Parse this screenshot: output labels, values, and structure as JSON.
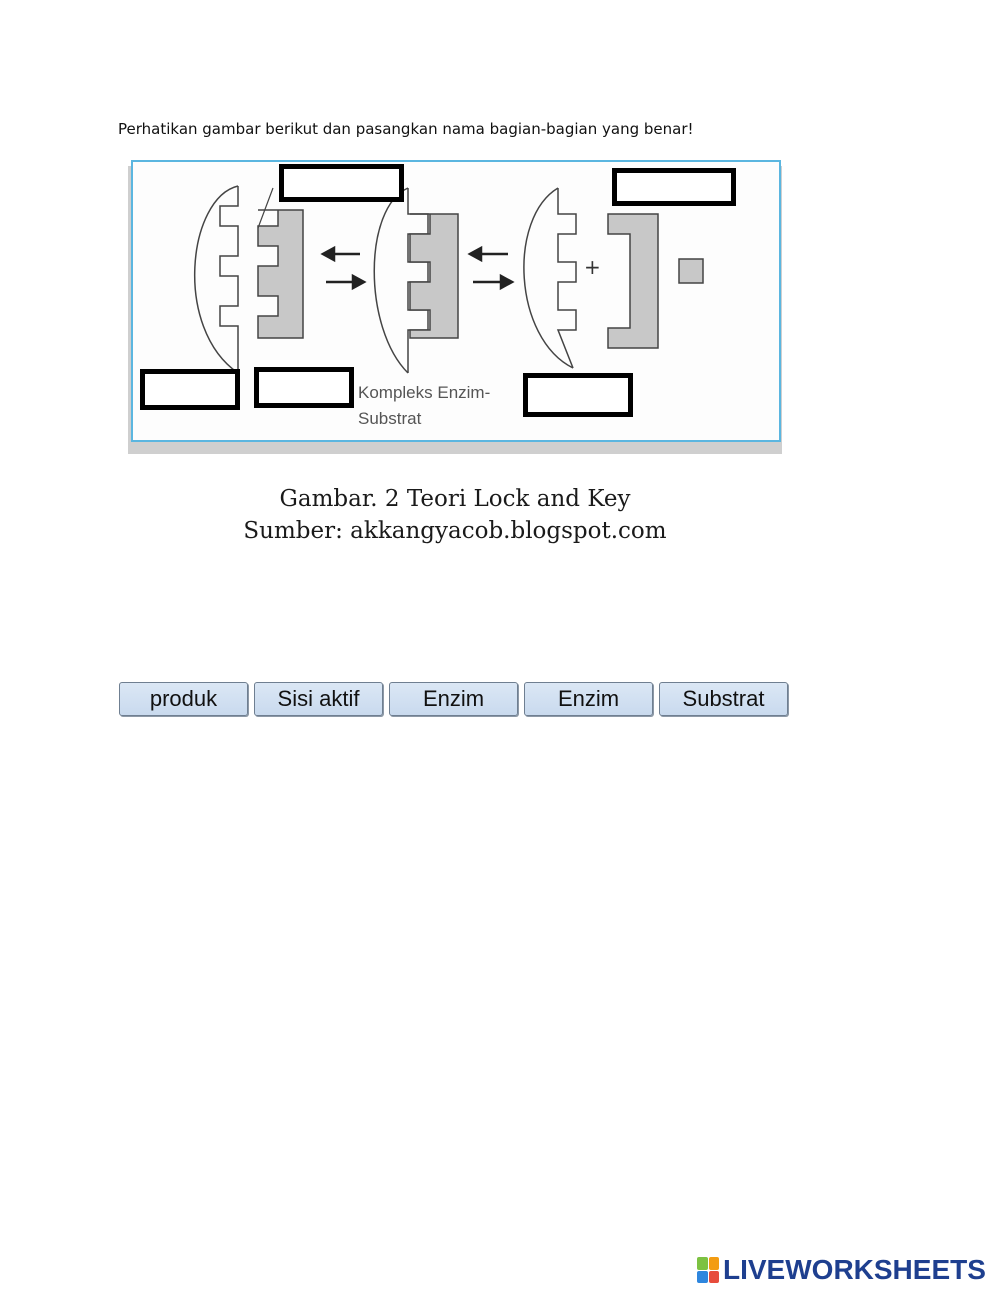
{
  "instruction": "Perhatikan gambar berikut dan pasangkan nama bagian-bagian yang  benar!",
  "diagram": {
    "label_line1": "Kompleks Enzim-",
    "label_line2": "Substrat",
    "plus_sign": "+",
    "drop_boxes": [
      "",
      "",
      "",
      "",
      ""
    ]
  },
  "caption": {
    "line1": "Gambar. 2 Teori Lock and Key",
    "line2": "Sumber: akkangyacob.blogspot.com"
  },
  "word_bank": [
    "produk",
    "Sisi aktif",
    "Enzim",
    "Enzim",
    "Substrat"
  ],
  "brand": {
    "name": "LIVEWORKSHEETS",
    "colors": {
      "text": "#1e3f8f",
      "green": "#7cc242",
      "orange": "#f39c12",
      "blue": "#2e86de",
      "red": "#e74c3c"
    }
  },
  "colors": {
    "frame_border": "#5bb6e0",
    "substrate_fill": "#c8c8c8",
    "button_bg": "#d3e2f3"
  }
}
